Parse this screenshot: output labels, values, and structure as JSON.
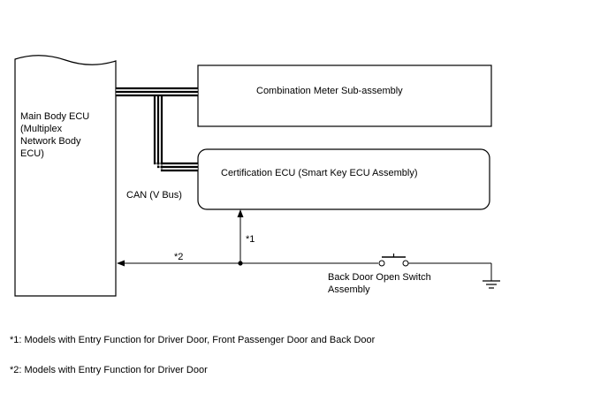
{
  "components": {
    "main_ecu": "Main Body ECU\n(Multiplex\nNetwork Body\nECU)",
    "meter": "Combination Meter Sub-assembly",
    "certification_ecu": "Certification ECU (Smart Key ECU Assembly)",
    "switch": "Back Door Open Switch\nAssembly"
  },
  "bus_label": "CAN (V Bus)",
  "markers": {
    "m1": "*1",
    "m2": "*2"
  },
  "notes": [
    "*1: Models with Entry Function for Driver Door, Front Passenger Door and Back Door",
    "*2: Models with Entry Function for Driver Door"
  ]
}
